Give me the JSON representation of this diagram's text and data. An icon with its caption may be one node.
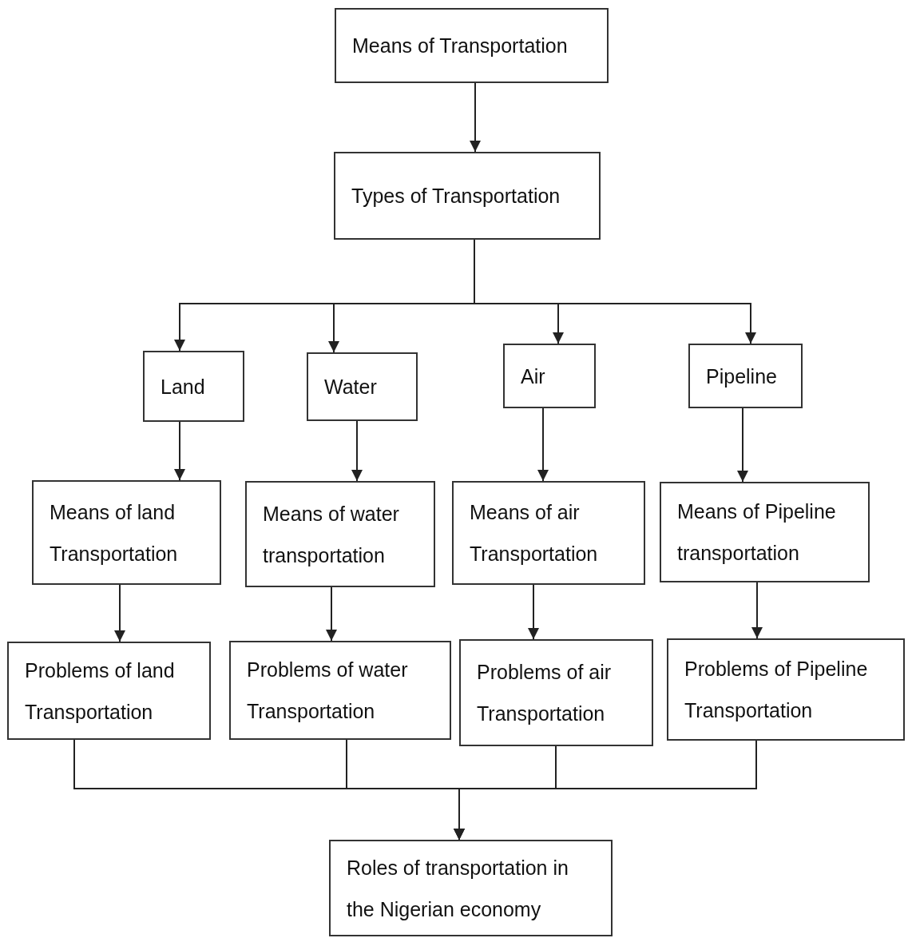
{
  "diagram": {
    "nodes": [
      {
        "text": [
          "Means of Transportation"
        ]
      },
      {
        "text": [
          "Types of Transportation"
        ]
      },
      {
        "text": [
          "Land"
        ]
      },
      {
        "text": [
          "Water"
        ]
      },
      {
        "text": [
          "Air"
        ]
      },
      {
        "text": [
          "Pipeline"
        ]
      },
      {
        "text": [
          "Means of land Transportation"
        ]
      },
      {
        "text": [
          "Means of water transportation"
        ]
      },
      {
        "text": [
          "Means of air Transportation"
        ]
      },
      {
        "text": [
          "Means of Pipeline transportation"
        ]
      },
      {
        "text": [
          "Problems of land Transportation"
        ]
      },
      {
        "text": [
          "Problems of water Transportation"
        ]
      },
      {
        "text": [
          "Problems of air Transportation"
        ]
      },
      {
        "text": [
          "Problems of Pipeline Transportation"
        ]
      },
      {
        "text": [
          "Roles of transportation in the Nigerian economy"
        ]
      }
    ],
    "edges": [
      {
        "from": 0,
        "to": 1,
        "arrow": "to"
      },
      {
        "from": 1,
        "to": 2,
        "arrow": "to"
      },
      {
        "from": 1,
        "to": 3,
        "arrow": "to"
      },
      {
        "from": 1,
        "to": 4,
        "arrow": "to"
      },
      {
        "from": 1,
        "to": 5,
        "arrow": "to"
      },
      {
        "from": 2,
        "to": 6,
        "arrow": "to"
      },
      {
        "from": 3,
        "to": 7,
        "arrow": "to"
      },
      {
        "from": 4,
        "to": 8,
        "arrow": "to"
      },
      {
        "from": 5,
        "to": 9,
        "arrow": "to"
      },
      {
        "from": 6,
        "to": 10,
        "arrow": "to"
      },
      {
        "from": 7,
        "to": 11,
        "arrow": "to"
      },
      {
        "from": 8,
        "to": 12,
        "arrow": "to"
      },
      {
        "from": 9,
        "to": 13,
        "arrow": "to"
      },
      {
        "from": 10,
        "to": 14,
        "arrow": "to"
      },
      {
        "from": 11,
        "to": 14,
        "arrow": "to"
      },
      {
        "from": 12,
        "to": 14,
        "arrow": "to"
      },
      {
        "from": 13,
        "to": 14,
        "arrow": "to"
      }
    ]
  }
}
